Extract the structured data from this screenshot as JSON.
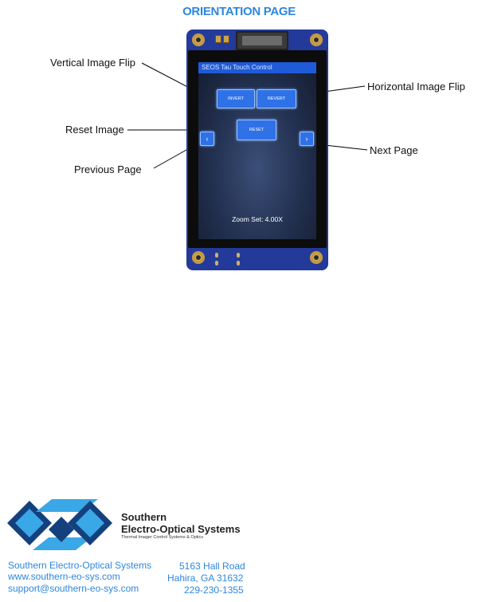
{
  "page_title": "ORIENTATION PAGE",
  "callouts": {
    "vertical_flip": "Vertical Image Flip",
    "horizontal_flip": "Horizontal Image Flip",
    "reset_image": "Reset Image",
    "next_page": "Next Page",
    "previous_page": "Previous Page"
  },
  "device_screen": {
    "header": "SEOS Tau Touch Control",
    "invert_label": "INVERT",
    "revert_label": "REVERT",
    "reset_label": "RESET",
    "prev_symbol": "‹",
    "next_symbol": "›",
    "zoom_text": "Zoom Set: 4.00X"
  },
  "footer": {
    "brand_line1": "Southern",
    "brand_line2": "Electro-Optical Systems",
    "tagline": "Thermal Imager Control Systems & Optics",
    "company": "Southern Electro-Optical Systems",
    "website": "www.southern-eo-sys.com",
    "email": "support@southern-eo-sys.com",
    "address1": "5163 Hall Road",
    "address2": "Hahira, GA  31632",
    "phone": "229-230-1355"
  },
  "colors": {
    "accent": "#2e86de",
    "board": "#233a9a",
    "screen_header": "#1f5ad8",
    "logo_dark": "#14407d",
    "logo_light": "#3aa7e6"
  }
}
